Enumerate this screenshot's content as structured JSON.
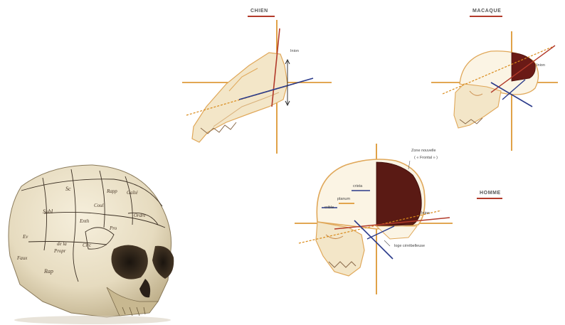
{
  "diagrams": {
    "dog": {
      "title": "CHIEN",
      "inion_label": "Inion"
    },
    "macaque": {
      "title": "MACAQUE",
      "inion_label": "Inion"
    },
    "human": {
      "title": "HOMME",
      "new_zone_label": "Zone nouvelle",
      "new_zone_sub": "( « Frontal » )",
      "inion_label": "Inion",
      "crista_label": "crista",
      "planum_label": "planum",
      "crible_label": "crible",
      "cerebellar_label": "loge cérébelleuse"
    }
  },
  "phrenology_skull": {
    "zone_labels": [
      "Sc",
      "Rapp",
      "Subl",
      "Coul",
      "de la",
      "Propr",
      "Circ",
      "Ordre",
      "Rap",
      "Ev",
      "Enth",
      "Gaîté",
      "Pro",
      "Faux"
    ]
  },
  "colors": {
    "accent_red": "#b23a2a",
    "axis_orange": "#d98a1a",
    "axis_blue": "#2a3a8a",
    "brain_dark": "#5a1a14",
    "bone_cream": "#f3e6c8",
    "outline_orange": "#e0a85a"
  }
}
